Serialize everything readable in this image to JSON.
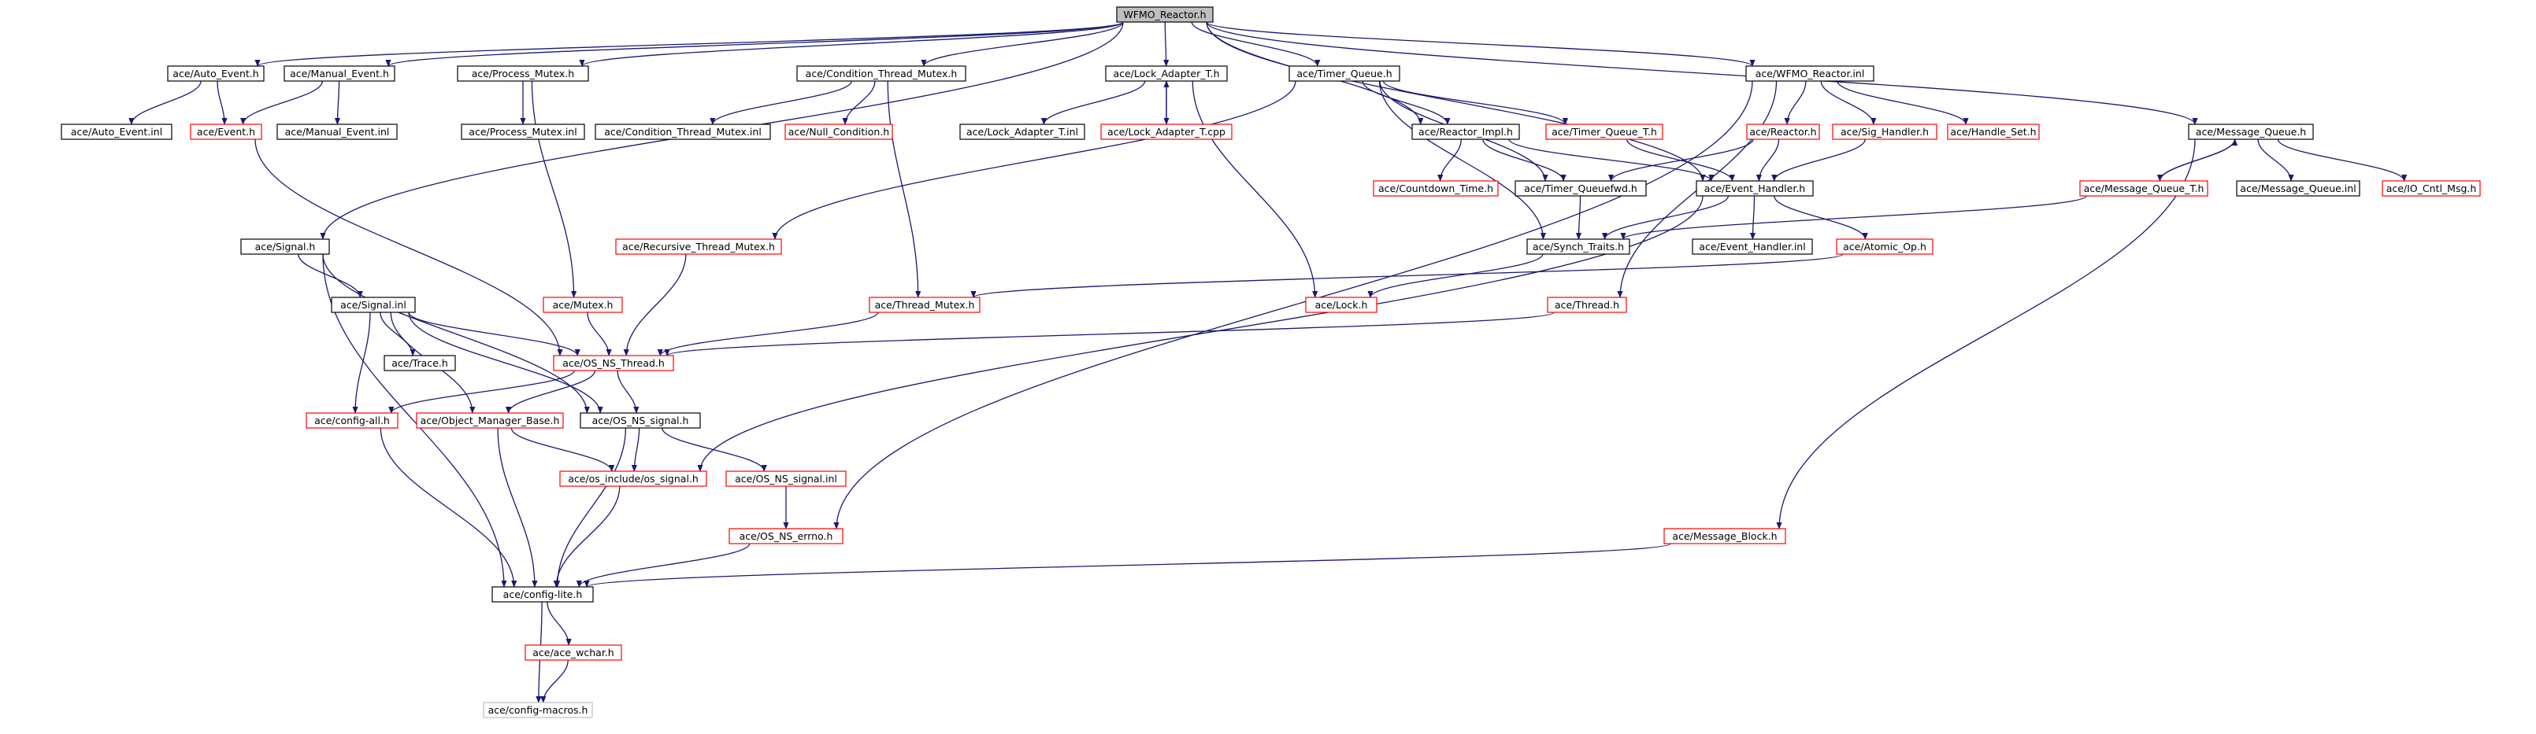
{
  "colors": {
    "edge": "#191970",
    "node_border_black": "#000000",
    "node_border_red": "#ff0000",
    "node_border_gray": "#bfbfbf",
    "root_fill": "#bfbfbf"
  },
  "nodes": [
    {
      "id": "root",
      "label": "WFMO_Reactor.h",
      "style": "root"
    },
    {
      "id": "autoev",
      "label": "ace/Auto_Event.h",
      "style": "black"
    },
    {
      "id": "manev",
      "label": "ace/Manual_Event.h",
      "style": "black"
    },
    {
      "id": "procmx",
      "label": "ace/Process_Mutex.h",
      "style": "black"
    },
    {
      "id": "condtm",
      "label": "ace/Condition_Thread_Mutex.h",
      "style": "black"
    },
    {
      "id": "lockad",
      "label": "ace/Lock_Adapter_T.h",
      "style": "black"
    },
    {
      "id": "timerq",
      "label": "ace/Timer_Queue.h",
      "style": "black"
    },
    {
      "id": "wfmoinl",
      "label": "ace/WFMO_Reactor.inl",
      "style": "black"
    },
    {
      "id": "msgq",
      "label": "ace/Message_Queue.h",
      "style": "black"
    },
    {
      "id": "autoevinl",
      "label": "ace/Auto_Event.inl",
      "style": "black"
    },
    {
      "id": "event",
      "label": "ace/Event.h",
      "style": "red"
    },
    {
      "id": "manevinl",
      "label": "ace/Manual_Event.inl",
      "style": "black"
    },
    {
      "id": "procmxinl",
      "label": "ace/Process_Mutex.inl",
      "style": "black"
    },
    {
      "id": "condtminl",
      "label": "ace/Condition_Thread_Mutex.inl",
      "style": "black"
    },
    {
      "id": "nullcond",
      "label": "ace/Null_Condition.h",
      "style": "red"
    },
    {
      "id": "lockadinl",
      "label": "ace/Lock_Adapter_T.inl",
      "style": "black"
    },
    {
      "id": "lockadcpp",
      "label": "ace/Lock_Adapter_T.cpp",
      "style": "red"
    },
    {
      "id": "reactimpl",
      "label": "ace/Reactor_Impl.h",
      "style": "black"
    },
    {
      "id": "timerqt",
      "label": "ace/Timer_Queue_T.h",
      "style": "red"
    },
    {
      "id": "reactor",
      "label": "ace/Reactor.h",
      "style": "red"
    },
    {
      "id": "sighand",
      "label": "ace/Sig_Handler.h",
      "style": "red"
    },
    {
      "id": "handset",
      "label": "ace/Handle_Set.h",
      "style": "red"
    },
    {
      "id": "countdown",
      "label": "ace/Countdown_Time.h",
      "style": "red"
    },
    {
      "id": "timerqfwd",
      "label": "ace/Timer_Queuefwd.h",
      "style": "black"
    },
    {
      "id": "evhand",
      "label": "ace/Event_Handler.h",
      "style": "black"
    },
    {
      "id": "msgqt",
      "label": "ace/Message_Queue_T.h",
      "style": "red"
    },
    {
      "id": "msgqinl",
      "label": "ace/Message_Queue.inl",
      "style": "black"
    },
    {
      "id": "iocntl",
      "label": "ace/IO_Cntl_Msg.h",
      "style": "red"
    },
    {
      "id": "signal",
      "label": "ace/Signal.h",
      "style": "black"
    },
    {
      "id": "recmx",
      "label": "ace/Recursive_Thread_Mutex.h",
      "style": "red"
    },
    {
      "id": "synch",
      "label": "ace/Synch_Traits.h",
      "style": "black"
    },
    {
      "id": "evhandinl",
      "label": "ace/Event_Handler.inl",
      "style": "black"
    },
    {
      "id": "atomic",
      "label": "ace/Atomic_Op.h",
      "style": "red"
    },
    {
      "id": "signalinl",
      "label": "ace/Signal.inl",
      "style": "black"
    },
    {
      "id": "mutex",
      "label": "ace/Mutex.h",
      "style": "red"
    },
    {
      "id": "threadmx",
      "label": "ace/Thread_Mutex.h",
      "style": "red"
    },
    {
      "id": "lock",
      "label": "ace/Lock.h",
      "style": "red"
    },
    {
      "id": "thread",
      "label": "ace/Thread.h",
      "style": "red"
    },
    {
      "id": "trace",
      "label": "ace/Trace.h",
      "style": "black"
    },
    {
      "id": "osnsthr",
      "label": "ace/OS_NS_Thread.h",
      "style": "red"
    },
    {
      "id": "configall",
      "label": "ace/config-all.h",
      "style": "red"
    },
    {
      "id": "objmgr",
      "label": "ace/Object_Manager_Base.h",
      "style": "red"
    },
    {
      "id": "osnssig",
      "label": "ace/OS_NS_signal.h",
      "style": "black"
    },
    {
      "id": "osincsig",
      "label": "ace/os_include/os_signal.h",
      "style": "red"
    },
    {
      "id": "osnssiginl",
      "label": "ace/OS_NS_signal.inl",
      "style": "red"
    },
    {
      "id": "osnserrno",
      "label": "ace/OS_NS_errno.h",
      "style": "red"
    },
    {
      "id": "msgblock",
      "label": "ace/Message_Block.h",
      "style": "red"
    },
    {
      "id": "configlite",
      "label": "ace/config-lite.h",
      "style": "black"
    },
    {
      "id": "acewchar",
      "label": "ace/ace_wchar.h",
      "style": "red"
    },
    {
      "id": "configmacros",
      "label": "ace/config-macros.h",
      "style": "gray"
    }
  ],
  "edges": [
    [
      "root",
      "autoev"
    ],
    [
      "root",
      "manev"
    ],
    [
      "root",
      "procmx"
    ],
    [
      "root",
      "condtm"
    ],
    [
      "root",
      "lockad"
    ],
    [
      "root",
      "timerq"
    ],
    [
      "root",
      "wfmoinl"
    ],
    [
      "root",
      "msgq"
    ],
    [
      "root",
      "signal"
    ],
    [
      "root",
      "evhand"
    ],
    [
      "root",
      "reactimpl"
    ],
    [
      "autoev",
      "autoevinl"
    ],
    [
      "autoev",
      "event"
    ],
    [
      "manev",
      "event"
    ],
    [
      "manev",
      "manevinl"
    ],
    [
      "procmx",
      "procmxinl"
    ],
    [
      "procmx",
      "mutex"
    ],
    [
      "condtm",
      "condtminl"
    ],
    [
      "condtm",
      "nullcond"
    ],
    [
      "condtm",
      "threadmx"
    ],
    [
      "lockad",
      "lockadinl"
    ],
    [
      "lockad",
      "lockadcpp"
    ],
    [
      "lockadcpp",
      "lockad"
    ],
    [
      "lockad",
      "lock"
    ],
    [
      "timerq",
      "timerqt"
    ],
    [
      "timerq",
      "reactimpl"
    ],
    [
      "timerq",
      "timerqfwd"
    ],
    [
      "timerq",
      "synch"
    ],
    [
      "timerq",
      "recmx"
    ],
    [
      "wfmoinl",
      "reactor"
    ],
    [
      "wfmoinl",
      "sighand"
    ],
    [
      "wfmoinl",
      "handset"
    ],
    [
      "wfmoinl",
      "thread"
    ],
    [
      "wfmoinl",
      "osnserrno"
    ],
    [
      "msgq",
      "msgqt"
    ],
    [
      "msgqt",
      "msgq"
    ],
    [
      "msgq",
      "msgqinl"
    ],
    [
      "msgq",
      "iocntl"
    ],
    [
      "msgq",
      "msgblock"
    ],
    [
      "reactimpl",
      "countdown"
    ],
    [
      "reactimpl",
      "timerqfwd"
    ],
    [
      "reactimpl",
      "evhand"
    ],
    [
      "timerqt",
      "evhand"
    ],
    [
      "reactor",
      "timerqfwd"
    ],
    [
      "reactor",
      "evhand"
    ],
    [
      "sighand",
      "evhand"
    ],
    [
      "timerqfwd",
      "synch"
    ],
    [
      "evhand",
      "synch"
    ],
    [
      "evhand",
      "evhandinl"
    ],
    [
      "evhand",
      "atomic"
    ],
    [
      "evhand",
      "osincsig"
    ],
    [
      "msgqt",
      "synch"
    ],
    [
      "synch",
      "lock"
    ],
    [
      "atomic",
      "threadmx"
    ],
    [
      "event",
      "osnsthr"
    ],
    [
      "mutex",
      "osnsthr"
    ],
    [
      "recmx",
      "osnsthr"
    ],
    [
      "threadmx",
      "osnsthr"
    ],
    [
      "thread",
      "osnsthr"
    ],
    [
      "signal",
      "signalinl"
    ],
    [
      "signal",
      "osnssig"
    ],
    [
      "signal",
      "configlite"
    ],
    [
      "signalinl",
      "trace"
    ],
    [
      "signalinl",
      "configall"
    ],
    [
      "signalinl",
      "objmgr"
    ],
    [
      "signalinl",
      "osnssig"
    ],
    [
      "signalinl",
      "osnsthr"
    ],
    [
      "osnsthr",
      "configall"
    ],
    [
      "osnsthr",
      "objmgr"
    ],
    [
      "osnsthr",
      "osnssig"
    ],
    [
      "objmgr",
      "osincsig"
    ],
    [
      "objmgr",
      "configlite"
    ],
    [
      "osnssig",
      "osincsig"
    ],
    [
      "osnssig",
      "osnssiginl"
    ],
    [
      "osnssig",
      "configlite"
    ],
    [
      "osnssiginl",
      "osnserrno"
    ],
    [
      "configall",
      "configlite"
    ],
    [
      "osincsig",
      "configlite"
    ],
    [
      "osnserrno",
      "configlite"
    ],
    [
      "msgblock",
      "configlite"
    ],
    [
      "configlite",
      "acewchar"
    ],
    [
      "configlite",
      "configmacros"
    ],
    [
      "acewchar",
      "configmacros"
    ]
  ]
}
